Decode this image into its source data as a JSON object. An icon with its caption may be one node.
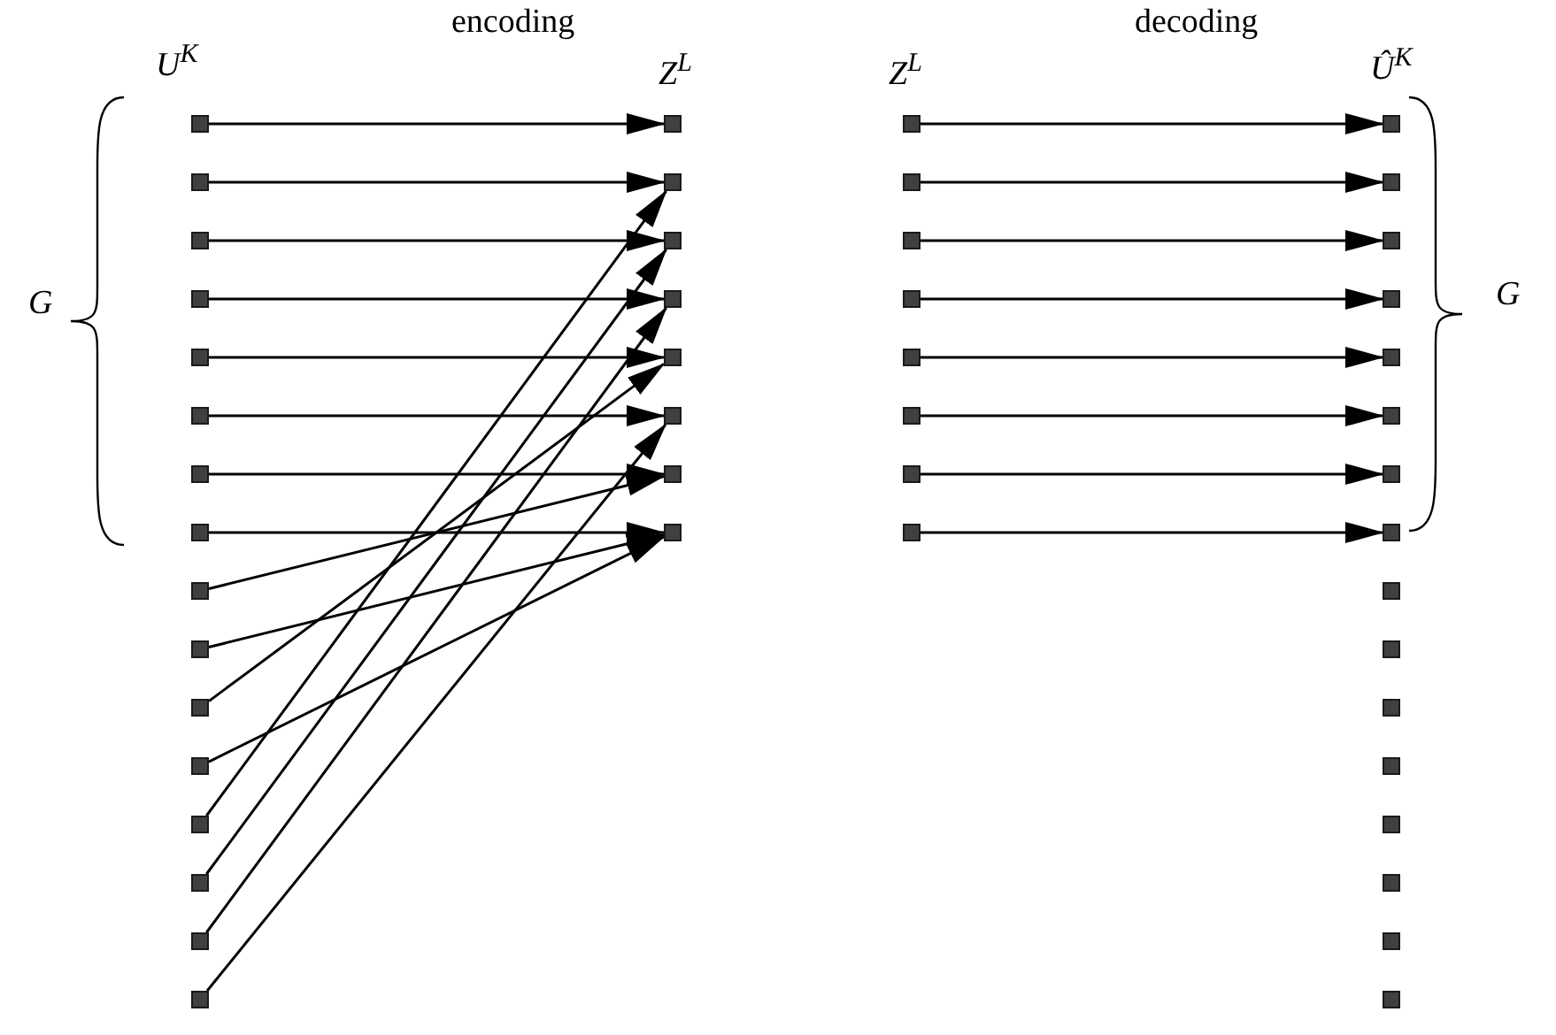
{
  "diagram": {
    "nodes": [
      {
        "text": [],
        "shape": "box"
      },
      {
        "text": [],
        "shape": "box"
      },
      {
        "text": [],
        "shape": "box"
      },
      {
        "text": [],
        "shape": "box"
      },
      {
        "text": [],
        "shape": "box"
      },
      {
        "text": [],
        "shape": "box"
      },
      {
        "text": [],
        "shape": "box"
      },
      {
        "text": [],
        "shape": "box"
      },
      {
        "text": [],
        "shape": "box"
      },
      {
        "text": [],
        "shape": "box"
      },
      {
        "text": [],
        "shape": "box"
      },
      {
        "text": [],
        "shape": "box"
      },
      {
        "text": [],
        "shape": "box"
      },
      {
        "text": [],
        "shape": "box"
      },
      {
        "text": [],
        "shape": "box"
      },
      {
        "text": [],
        "shape": "box"
      },
      {
        "text": [],
        "shape": "box"
      },
      {
        "text": [],
        "shape": "box"
      },
      {
        "text": [],
        "shape": "box"
      },
      {
        "text": [],
        "shape": "box"
      },
      {
        "text": [],
        "shape": "box"
      },
      {
        "text": [],
        "shape": "box"
      },
      {
        "text": [],
        "shape": "box"
      },
      {
        "text": [],
        "shape": "box"
      },
      {
        "text": [],
        "shape": "box"
      },
      {
        "text": [],
        "shape": "box"
      },
      {
        "text": [],
        "shape": "box"
      },
      {
        "text": [],
        "shape": "box"
      },
      {
        "text": [],
        "shape": "box"
      },
      {
        "text": [],
        "shape": "box"
      },
      {
        "text": [],
        "shape": "box"
      },
      {
        "text": [],
        "shape": "box"
      },
      {
        "text": [],
        "shape": "box"
      },
      {
        "text": [],
        "shape": "box"
      },
      {
        "text": [],
        "shape": "box"
      },
      {
        "text": [],
        "shape": "box"
      },
      {
        "text": [],
        "shape": "box"
      },
      {
        "text": [],
        "shape": "box"
      },
      {
        "text": [],
        "shape": "box"
      },
      {
        "text": [],
        "shape": "box"
      },
      {
        "text": [],
        "shape": "box"
      },
      {
        "text": [],
        "shape": "box"
      },
      {
        "text": [],
        "shape": "box"
      },
      {
        "text": [],
        "shape": "box"
      },
      {
        "text": [],
        "shape": "box"
      },
      {
        "text": [],
        "shape": "box"
      },
      {
        "text": [],
        "shape": "box"
      },
      {
        "text": [],
        "shape": "box"
      }
    ],
    "edges": [
      {
        "from": 0,
        "to": 16,
        "arrow": "to"
      },
      {
        "from": 1,
        "to": 17,
        "arrow": "to"
      },
      {
        "from": 2,
        "to": 18,
        "arrow": "to"
      },
      {
        "from": 3,
        "to": 19,
        "arrow": "to"
      },
      {
        "from": 4,
        "to": 20,
        "arrow": "to"
      },
      {
        "from": 5,
        "to": 21,
        "arrow": "to"
      },
      {
        "from": 6,
        "to": 22,
        "arrow": "to"
      },
      {
        "from": 7,
        "to": 23,
        "arrow": "to"
      },
      {
        "from": 8,
        "to": 22,
        "arrow": "to"
      },
      {
        "from": 9,
        "to": 23,
        "arrow": "to"
      },
      {
        "from": 10,
        "to": 20,
        "arrow": "to"
      },
      {
        "from": 11,
        "to": 23,
        "arrow": "to"
      },
      {
        "from": 12,
        "to": 17,
        "arrow": "to"
      },
      {
        "from": 13,
        "to": 18,
        "arrow": "to"
      },
      {
        "from": 14,
        "to": 19,
        "arrow": "to"
      },
      {
        "from": 15,
        "to": 21,
        "arrow": "to"
      },
      {
        "from": 24,
        "to": 32,
        "arrow": "to"
      },
      {
        "from": 25,
        "to": 33,
        "arrow": "to"
      },
      {
        "from": 26,
        "to": 34,
        "arrow": "to"
      },
      {
        "from": 27,
        "to": 35,
        "arrow": "to"
      },
      {
        "from": 28,
        "to": 36,
        "arrow": "to"
      },
      {
        "from": 29,
        "to": 37,
        "arrow": "to"
      },
      {
        "from": 30,
        "to": 38,
        "arrow": "to"
      },
      {
        "from": 31,
        "to": 39,
        "arrow": "to"
      }
    ],
    "labels": [
      "U$^{K}$",
      "encoding",
      "Z$^{L}$",
      "Z$^{L}$",
      "decoding",
      "Û$^{K}$",
      "G",
      "G"
    ]
  }
}
